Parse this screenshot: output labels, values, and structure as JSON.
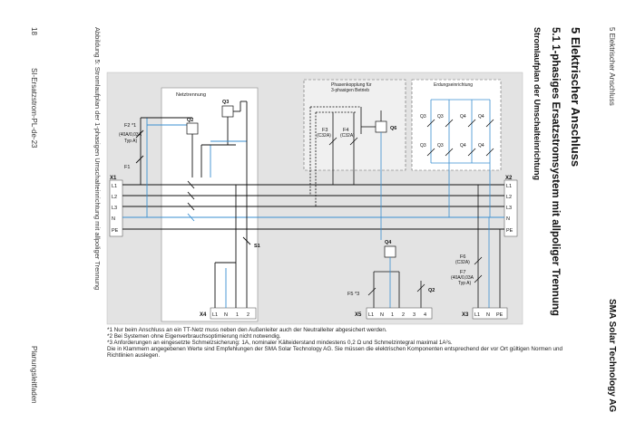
{
  "header": {
    "chapter": "5 Elektrischer Anschluss",
    "company": "SMA Solar Technology AG"
  },
  "headings": {
    "chapter_title": "5   Elektrischer Anschluss",
    "section_title": "5.1   1-phasiges Ersatzstromsystem mit allpoliger Trennung",
    "subsection_title": "Stromlaufplan der Umschalteinrichtung"
  },
  "figure": {
    "caption": "Abbildung 5:   Stromlaufplan der 1-phasigen Umschalteinrichtung mit allpoliger Trennung",
    "labels": {
      "netztrennung": "Netztrennung",
      "phasenkopplung_1": "Phasenkopplung für",
      "phasenkopplung_2": "3-phasigen Betrieb",
      "erdung": "Erdungseinrichtung",
      "x1": "X1",
      "x2": "X2",
      "x3": "X3",
      "x4": "X4",
      "x5": "X5",
      "l1": "L1",
      "l2": "L2",
      "l3": "L3",
      "n": "N",
      "pe": "PE",
      "f1": "F1",
      "f2": "F2 *1",
      "f2_spec1": "(40A/0,03A",
      "f2_spec2": "Typ A)",
      "q2": "Q2",
      "q3": "Q3",
      "q4": "Q4",
      "q6": "Q6",
      "f3": "F3",
      "f3_spec": "(C32A)",
      "f4": "F4",
      "f4_spec": "(C32A)",
      "s1": "S1",
      "f5": "F5 *3",
      "f6": "F6",
      "f6_spec": "(C32A)",
      "f7": "F7",
      "f7_spec1": "(40A/0,03A",
      "f7_spec2": "Typ A)",
      "term_1": "1",
      "term_2": "2",
      "term_3": "3",
      "term_4": "4"
    },
    "footnotes": [
      "*1  Nur beim Anschluss an ein TT-Netz muss neben den Außenleiter auch der Neutralleiter abgesichert werden.",
      "*2  Bei Systemen ohne Eigenverbrauchsoptimierung nicht notwendig.",
      "*3  Anforderungen an eingesetzte Schmelzsicherung: 1A, nominaler Kälteiderstand mindestens 0,2 Ω und Schmelzintegral maximal 1A²s.",
      "Die in Klammern angegebenen Werte sind Empfehlungen der SMA Solar Technology AG. Sie müssen die elektrischen Komponenten entsprechend der vor Ort gültigen Normen und",
      "Richtlinien auslegen."
    ]
  },
  "footer": {
    "page_number": "18",
    "doc_id": "SI-Ersatzstrom-PL-de-23",
    "doc_type": "Planungsleitfaden"
  },
  "colors": {
    "diagram_bg": "#e3e3e3",
    "inner_box": "#ffffff",
    "wire_black": "#111111",
    "wire_blue": "#3a8fd0",
    "dashed_box": "#f0f0f0"
  }
}
